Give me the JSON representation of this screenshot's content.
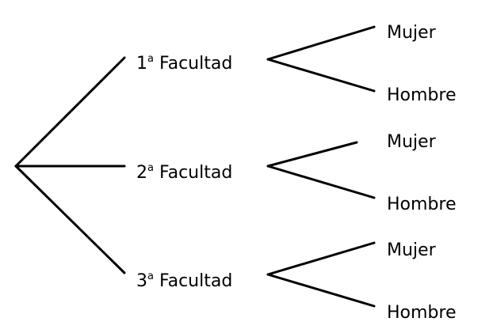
{
  "tree": {
    "faculties": [
      {
        "num": "1",
        "sup": "a",
        "label": "Facultad",
        "leaves": [
          "Mujer",
          "Hombre"
        ]
      },
      {
        "num": "2",
        "sup": "a",
        "label": "Facultad",
        "leaves": [
          "Mujer",
          "Hombre"
        ]
      },
      {
        "num": "3",
        "sup": "a",
        "label": "Facultad",
        "leaves": [
          "Mujer",
          "Hombre"
        ]
      }
    ]
  }
}
